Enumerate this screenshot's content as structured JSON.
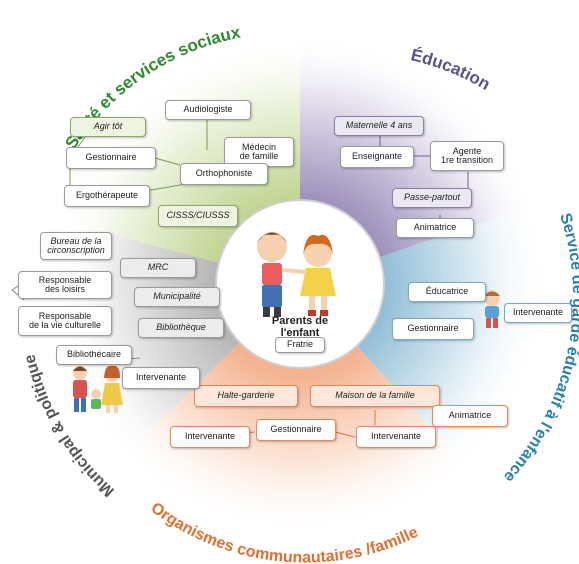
{
  "sectors": {
    "sante": {
      "title": "Santé et services sociaux",
      "color": "#8fb25a"
    },
    "education": {
      "title": "Éducation",
      "color": "#7b6a9e"
    },
    "garde": {
      "title": "Service de garde éducatif à l'enfance",
      "color": "#4f93b5"
    },
    "organismes": {
      "title": "Organismes communautaires /famille",
      "color": "#ef8a4c"
    },
    "municipal": {
      "title": "Municipal & politique",
      "color": "#8a8a8a"
    }
  },
  "center": {
    "title": "Parents de l'enfant",
    "sub": "Fratrie"
  },
  "boxes": {
    "agir_tot": "Agir tôt",
    "audiologiste": "Audiologiste",
    "medecin": "Médecin\nde famille",
    "gestionnaire_sante": "Gestionnaire",
    "orthophoniste": "Orthophoniste",
    "ergotherapeute": "Ergothérapeute",
    "cisss": "CISSS/CIUSSS",
    "maternelle": "Maternelle 4 ans",
    "enseignante": "Enseignante",
    "agente": "Agente\n1re transition",
    "passe_partout": "Passe-partout",
    "animatrice_edu": "Animatrice",
    "educatrice": "Éducatrice",
    "intervenante_garde": "Intervenante",
    "gestionnaire_garde": "Gestionnaire",
    "halte": "Halte-garderie",
    "maison": "Maison de la famille",
    "animatrice_org": "Animatrice",
    "intervenante_org1": "Intervenante",
    "gestionnaire_org": "Gestionnaire",
    "intervenante_org2": "Intervenante",
    "bureau": "Bureau de la\ncirconscription",
    "mrc": "MRC",
    "resp_loisirs": "Responsable\ndes loisirs",
    "municipalite": "Municipalité",
    "resp_culture": "Responsable\nde la vie culturelle",
    "bibliotheque": "Bibliothèque",
    "bibliothecaire": "Bibliothécaire",
    "intervenante_mun": "Intervenante"
  }
}
